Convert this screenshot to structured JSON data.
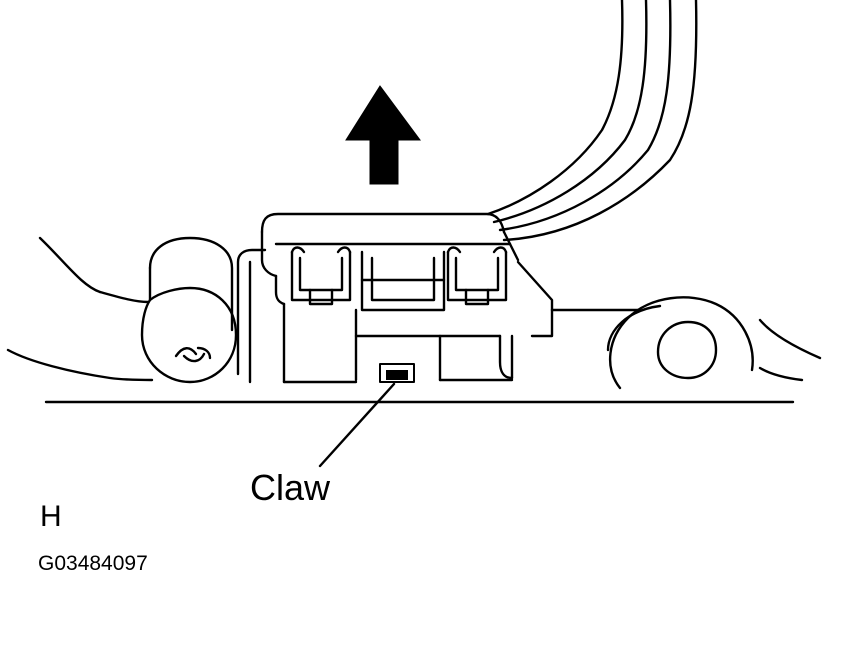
{
  "labels": {
    "claw": "Claw",
    "view": "H",
    "figure_code": "G03484097"
  },
  "icons": {
    "direction": "arrow-up-icon",
    "bolt": "bolt-icon"
  },
  "colors": {
    "ink": "#000000",
    "background": "#ffffff"
  }
}
